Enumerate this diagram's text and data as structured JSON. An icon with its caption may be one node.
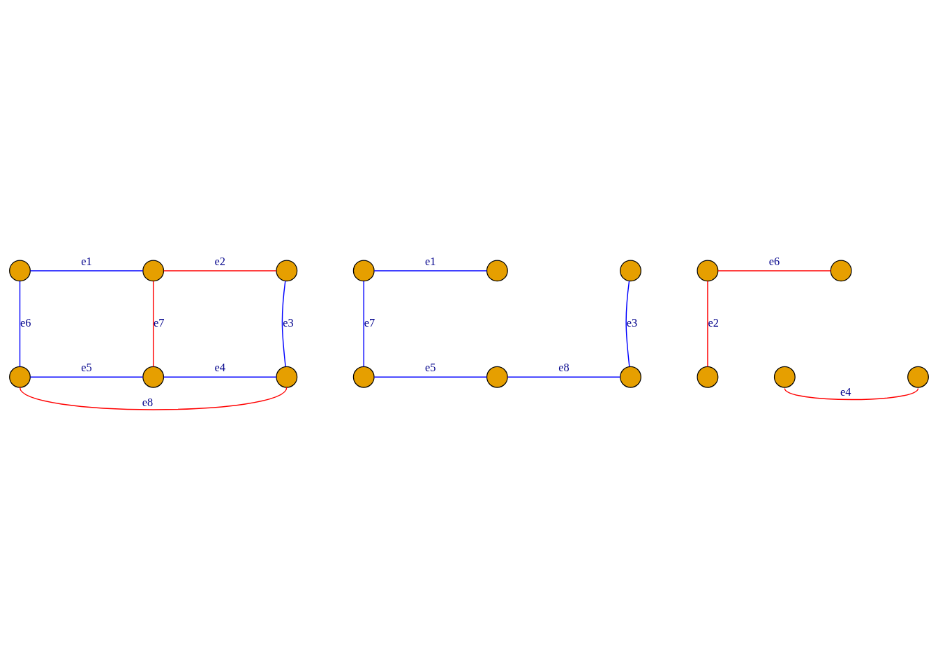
{
  "diagram": {
    "nodes": [
      {
        "text": [],
        "shape": "circle"
      },
      {
        "text": [],
        "shape": "circle"
      },
      {
        "text": [],
        "shape": "circle"
      },
      {
        "text": [],
        "shape": "circle"
      },
      {
        "text": [],
        "shape": "circle"
      },
      {
        "text": [],
        "shape": "circle"
      },
      {
        "text": [],
        "shape": "circle"
      },
      {
        "text": [],
        "shape": "circle"
      },
      {
        "text": [],
        "shape": "circle"
      },
      {
        "text": [],
        "shape": "circle"
      },
      {
        "text": [],
        "shape": "circle"
      },
      {
        "text": [],
        "shape": "circle"
      },
      {
        "text": [],
        "shape": "circle"
      },
      {
        "text": [],
        "shape": "circle"
      },
      {
        "text": [],
        "shape": "circle"
      },
      {
        "text": [],
        "shape": "circle"
      },
      {
        "text": [],
        "shape": "circle"
      }
    ],
    "edges": [
      {
        "from": 0,
        "to": 1,
        "arrow": "none",
        "label": "e1"
      },
      {
        "from": 1,
        "to": 2,
        "arrow": "none",
        "label": "e2",
        "color": "#ff0000"
      },
      {
        "from": 2,
        "to": 5,
        "arrow": "none",
        "label": "e3"
      },
      {
        "from": 4,
        "to": 5,
        "arrow": "none",
        "label": "e4"
      },
      {
        "from": 3,
        "to": 4,
        "arrow": "none",
        "label": "e5"
      },
      {
        "from": 0,
        "to": 3,
        "arrow": "none",
        "label": "e6"
      },
      {
        "from": 1,
        "to": 4,
        "arrow": "none",
        "label": "e7",
        "color": "#ff0000"
      },
      {
        "from": 3,
        "to": 5,
        "arrow": "none",
        "label": "e8",
        "color": "#ff0000"
      },
      {
        "from": 6,
        "to": 7,
        "arrow": "none",
        "label": "e1"
      },
      {
        "from": 6,
        "to": 9,
        "arrow": "none",
        "label": "e7"
      },
      {
        "from": 8,
        "to": 11,
        "arrow": "none",
        "label": "e3"
      },
      {
        "from": 9,
        "to": 10,
        "arrow": "none",
        "label": "e5"
      },
      {
        "from": 10,
        "to": 11,
        "arrow": "none",
        "label": "e8"
      },
      {
        "from": 12,
        "to": 13,
        "arrow": "none",
        "label": "e6",
        "color": "#ff0000"
      },
      {
        "from": 12,
        "to": 15,
        "arrow": "none",
        "label": "e2",
        "color": "#ff0000"
      },
      {
        "from": 14,
        "to": 16,
        "arrow": "none",
        "label": "e4",
        "color": "#ff0000"
      }
    ]
  }
}
